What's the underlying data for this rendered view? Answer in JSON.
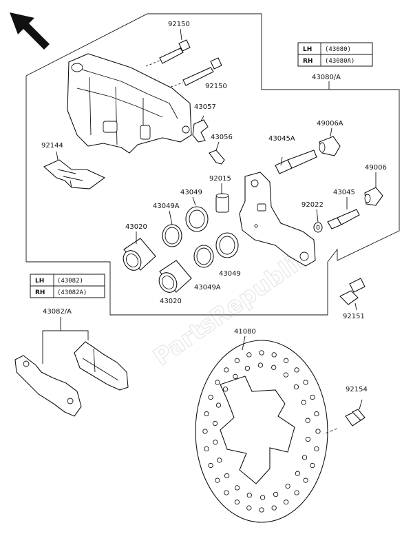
{
  "watermark": "PartsRepublik",
  "caliper_table": {
    "rows": [
      {
        "side": "LH",
        "part": "(43080)"
      },
      {
        "side": "RH",
        "part": "(43080A)"
      }
    ],
    "ref": "43080/A"
  },
  "pad_table": {
    "rows": [
      {
        "side": "LH",
        "part": "(43082)"
      },
      {
        "side": "RH",
        "part": "(43082A)"
      }
    ],
    "ref": "43082/A"
  },
  "labels": {
    "l92150a": "92150",
    "l92150b": "92150",
    "l43057": "43057",
    "l43056": "43056",
    "l92144": "92144",
    "l49006a": "49006A",
    "l43045a": "43045A",
    "l92015": "92015",
    "l43049a": "43049",
    "l43049aa": "43049A",
    "l49006": "49006",
    "l43045": "43045",
    "l92022": "92022",
    "l43020a": "43020",
    "l43049b": "43049",
    "l43049ab": "43049A",
    "l43020b": "43020",
    "l92151": "92151",
    "l41080": "41080",
    "l92154": "92154"
  }
}
